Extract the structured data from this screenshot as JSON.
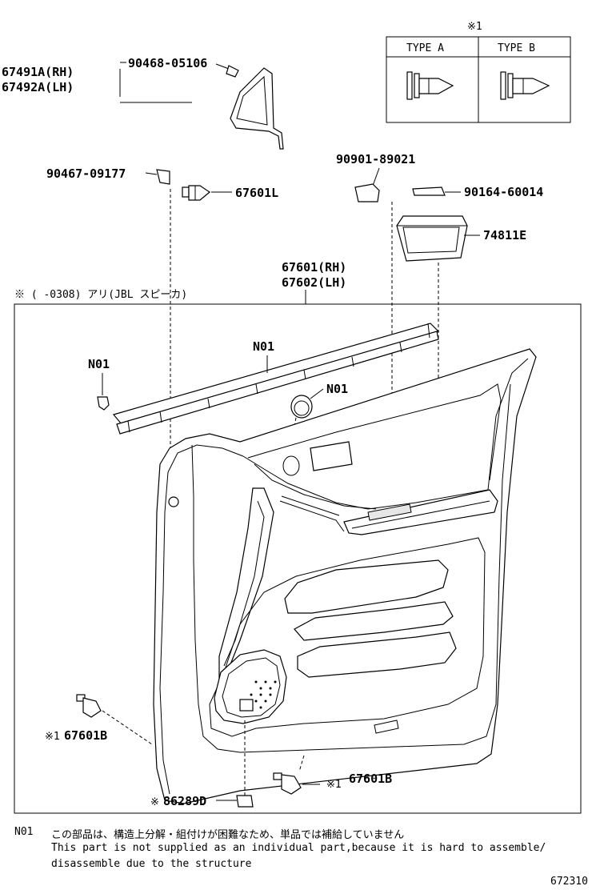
{
  "type_box": {
    "mark": "※1",
    "type_a": "TYPE A",
    "type_b": "TYPE B"
  },
  "labels": {
    "p67491a": "67491A(RH)",
    "p67492a": "67492A(LH)",
    "p90468": "90468-05106",
    "p90467": "90467-09177",
    "p67601l": "67601L",
    "p90901": "90901-89021",
    "p90164": "90164-60014",
    "p74811e": "74811E",
    "p67601rh": "67601(RH)",
    "p67602lh": "67602(LH)",
    "assembly_note": "※ (     -0308) アリ(JBL スピーカ)",
    "n01_left": "N01",
    "n01_top": "N01",
    "n01_right": "N01",
    "p67601b_left": "67601B",
    "p67601b_left_mark": "※1",
    "p67601b_right": "67601B",
    "p67601b_right_mark": "※1",
    "p86289d": "86289D",
    "p86289d_mark": "※"
  },
  "footnote": {
    "code": "N01",
    "jp": "この部品は、構造上分解・組付けが困難なため、単品では補給していません",
    "en_line1": "This part is not supplied as an individual part,because it is hard to assemble/",
    "en_line2": "disassemble due to the structure"
  },
  "diagram_id": "672310"
}
